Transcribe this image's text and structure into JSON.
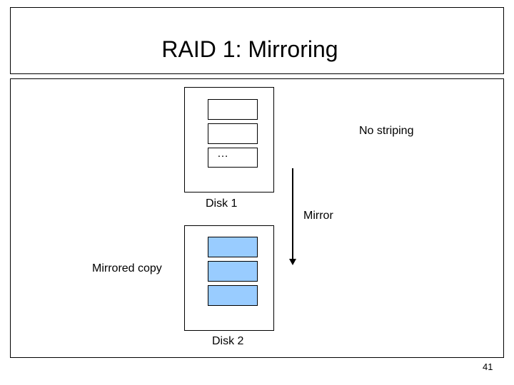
{
  "slide": {
    "title": "RAID 1: Mirroring",
    "page_number": "41"
  },
  "diagram": {
    "disk1": {
      "label": "Disk 1",
      "blocks": [
        "",
        "",
        "…"
      ]
    },
    "disk2": {
      "label": "Disk 2",
      "blocks": [
        "",
        "",
        ""
      ]
    },
    "labels": {
      "no_striping": "No striping",
      "mirror": "Mirror",
      "mirrored_copy": "Mirrored copy"
    },
    "colors": {
      "mirrored_block": "#99ccff",
      "outline": "#000000"
    }
  }
}
